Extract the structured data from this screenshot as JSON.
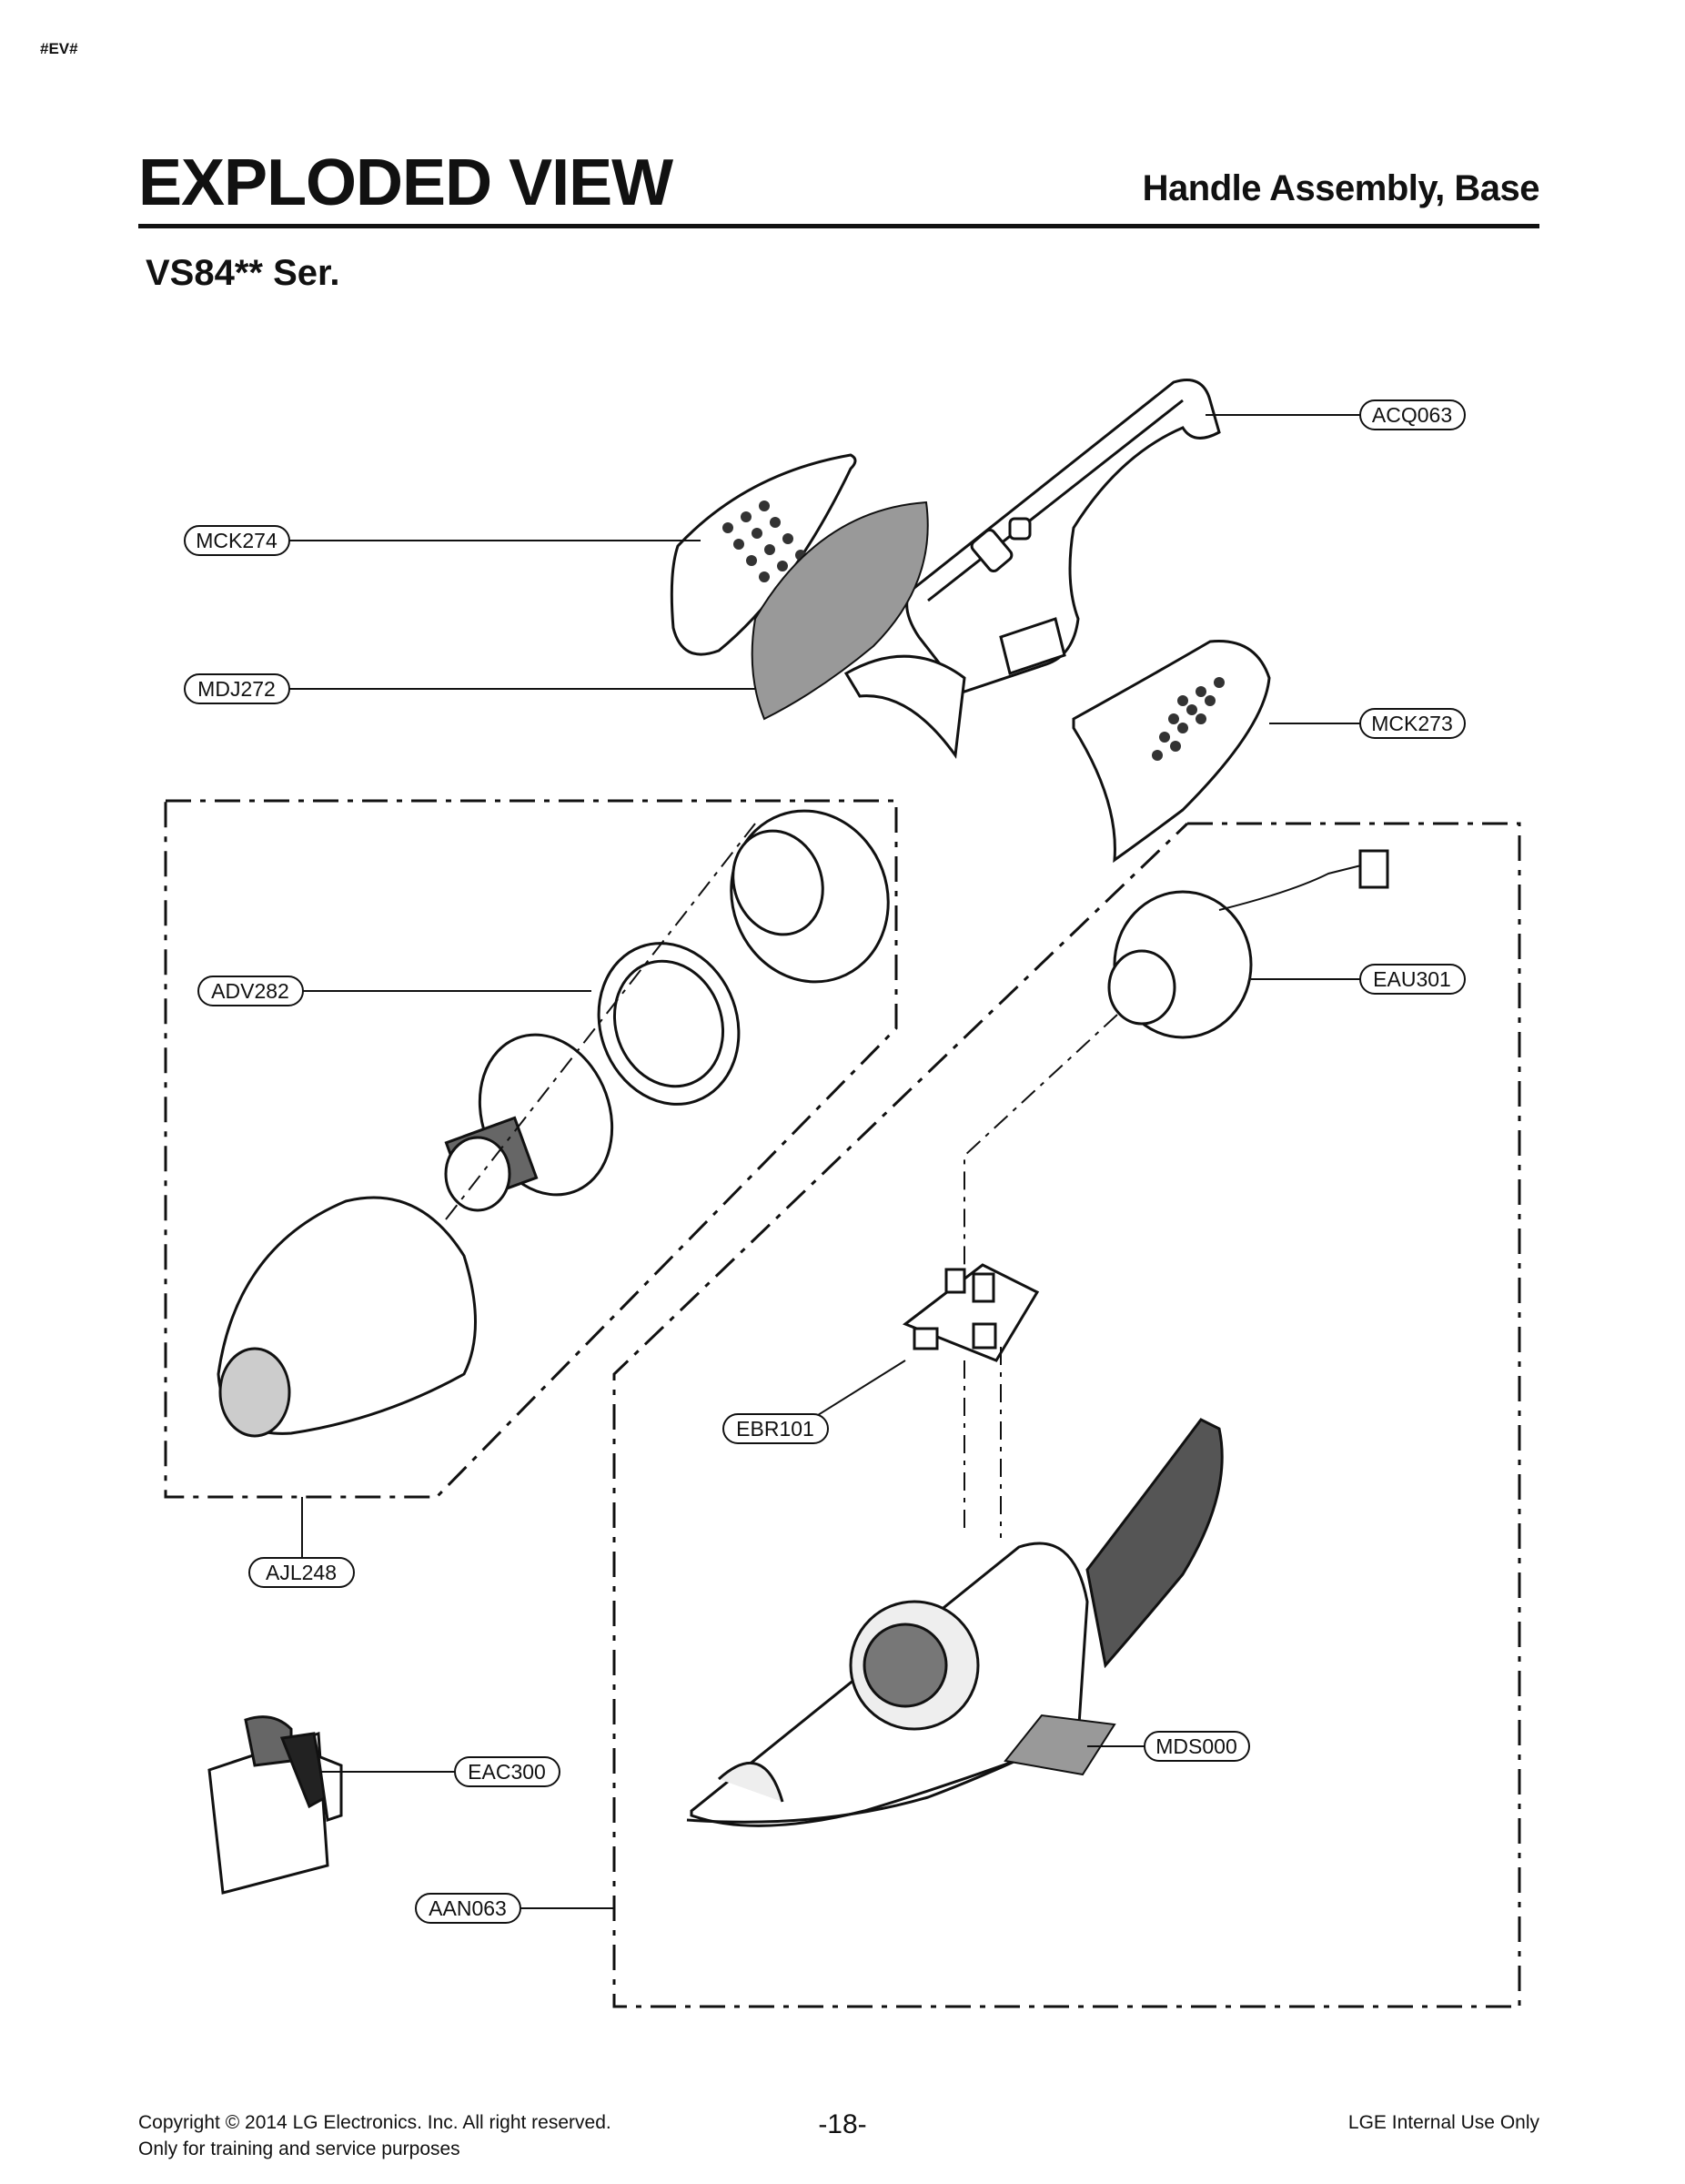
{
  "header": {
    "corner_tag": "#EV#",
    "title": "EXPLODED VIEW",
    "section": "Handle Assembly, Base",
    "series": "VS84** Ser."
  },
  "labels": {
    "acq063": "ACQ063",
    "mck274": "MCK274",
    "mdj272": "MDJ272",
    "mck273": "MCK273",
    "adv282": "ADV282",
    "eau301": "EAU301",
    "ebr101": "EBR101",
    "ajl248": "AJL248",
    "eac300": "EAC300",
    "mds000": "MDS000",
    "aan063": "AAN063"
  },
  "footer": {
    "copyright": "Copyright © 2014 LG Electronics. Inc. All right reserved.",
    "note": "Only for training and service purposes",
    "page_number": "-18-",
    "internal": "LGE Internal Use Only"
  }
}
